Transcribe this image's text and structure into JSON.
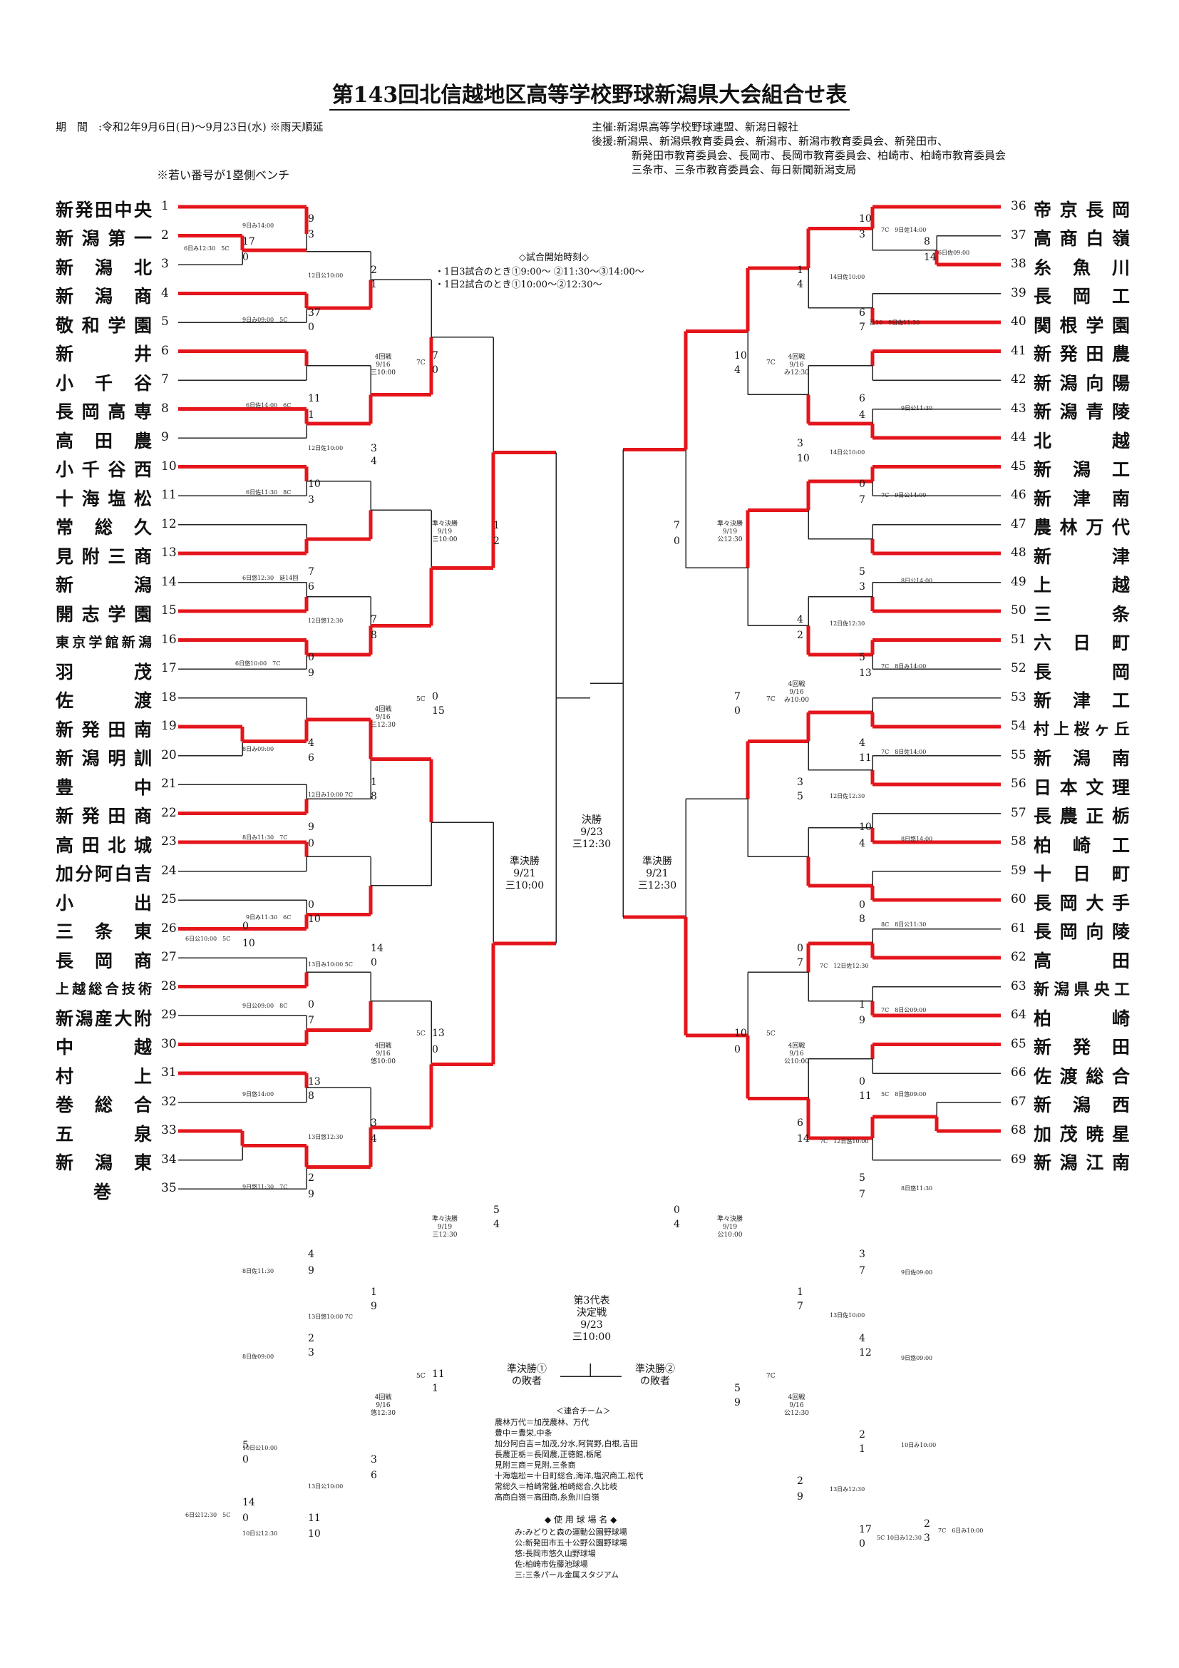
{
  "title": "第143回北信越地区高等学校野球新潟県大会組合せ表",
  "period": "期　間　:令和2年9月6日(日)～9月23日(水) ※雨天順延",
  "organizer": "主催:新潟県高等学校野球連盟、新潟日報社",
  "sponsor_lines": [
    "後援:新潟県、新潟県教育委員会、新潟市、新潟市教育委員会、新発田市、",
    "新発田市教育委員会、長岡市、長岡市教育委員会、柏崎市、柏崎市教育委員会",
    "三条市、三条市教育委員会、毎日新聞新潟支局"
  ],
  "bench_note": "※若い番号が1塁側ベンチ",
  "start_times": {
    "heading": "◇試合開始時刻◇",
    "line1": "・1日3試合のとき①9:00～ ②11:30～③14:00～",
    "line2": "・1日2試合のとき①10:00～②12:30～"
  },
  "final": {
    "label": "決勝",
    "date": "9/23",
    "slot": "三12:30"
  },
  "semi_left": {
    "label": "準決勝",
    "date": "9/21",
    "slot": "三10:00"
  },
  "semi_right": {
    "label": "準決勝",
    "date": "9/21",
    "slot": "三12:30"
  },
  "third_place": {
    "label": "第3代表",
    "label2": "決定戦",
    "date": "9/23",
    "slot": "三10:00",
    "left": "準決勝①",
    "left2": "の敗者",
    "right": "準決勝②",
    "right2": "の敗者"
  },
  "joint_teams": {
    "heading": "＜連合チーム＞",
    "lines": [
      "農林万代＝加茂農林、万代",
      "豊中＝豊栄,中条",
      "加分阿白吉＝加茂,分水,阿賀野,白根,吉田",
      "長農正栃＝長岡農,正徳館,栃尾",
      "見附三商＝見附,三条商",
      "十海塩松＝十日町総合,海洋,塩沢商工,松代",
      "常総久＝柏崎常盤,柏崎総合,久比岐",
      "高商白嶺＝高田商,糸魚川白嶺"
    ]
  },
  "venues": {
    "heading": "◆ 使 用 球 場 名 ◆",
    "lines": [
      "み:みどりと森の運動公園野球場",
      "公:新発田市五十公野公園野球場",
      "悠:長岡市悠久山野球場",
      "佐:柏崎市佐藤池球場",
      "三:三条パール金属スタジアム"
    ]
  },
  "left_teams": [
    {
      "name": "新発田中央",
      "num": "1"
    },
    {
      "name": "新潟第一",
      "num": "2"
    },
    {
      "name": "新　潟　北",
      "num": "3"
    },
    {
      "name": "新　潟　商",
      "num": "4"
    },
    {
      "name": "敬和学園",
      "num": "5"
    },
    {
      "name": "新　　井",
      "num": "6"
    },
    {
      "name": "小　千　谷",
      "num": "7"
    },
    {
      "name": "長岡高専",
      "num": "8"
    },
    {
      "name": "高　田　農",
      "num": "9"
    },
    {
      "name": "小千谷西",
      "num": "10"
    },
    {
      "name": "十海塩松",
      "num": "11"
    },
    {
      "name": "常　総　久",
      "num": "12"
    },
    {
      "name": "見附三商",
      "num": "13"
    },
    {
      "name": "新　　潟",
      "num": "14"
    },
    {
      "name": "開志学園",
      "num": "15"
    },
    {
      "name": "東京学館新潟",
      "num": "16"
    },
    {
      "name": "羽　　茂",
      "num": "17"
    },
    {
      "name": "佐　　渡",
      "num": "18"
    },
    {
      "name": "新発田南",
      "num": "19"
    },
    {
      "name": "新潟明訓",
      "num": "20"
    },
    {
      "name": "豊　　中",
      "num": "21"
    },
    {
      "name": "新発田商",
      "num": "22"
    },
    {
      "name": "高田北城",
      "num": "23"
    },
    {
      "name": "加分阿白吉",
      "num": "24"
    },
    {
      "name": "小　　出",
      "num": "25"
    },
    {
      "name": "三　条　東",
      "num": "26"
    },
    {
      "name": "長　岡　商",
      "num": "27"
    },
    {
      "name": "上越総合技術",
      "num": "28"
    },
    {
      "name": "新潟産大附",
      "num": "29"
    },
    {
      "name": "中　　越",
      "num": "30"
    },
    {
      "name": "村　　上",
      "num": "31"
    },
    {
      "name": "巻　総　合",
      "num": "32"
    },
    {
      "name": "五　　泉",
      "num": "33"
    },
    {
      "name": "新　潟　東",
      "num": "34"
    },
    {
      "name": "巻",
      "num": "35"
    }
  ],
  "right_teams": [
    {
      "name": "帝京長岡",
      "num": "36"
    },
    {
      "name": "高商白嶺",
      "num": "37"
    },
    {
      "name": "糸　魚　川",
      "num": "38"
    },
    {
      "name": "長　岡　工",
      "num": "39"
    },
    {
      "name": "関根学園",
      "num": "40"
    },
    {
      "name": "新発田農",
      "num": "41"
    },
    {
      "name": "新潟向陽",
      "num": "42"
    },
    {
      "name": "新潟青陵",
      "num": "43"
    },
    {
      "name": "北　　越",
      "num": "44"
    },
    {
      "name": "新　潟　工",
      "num": "45"
    },
    {
      "name": "新　津　南",
      "num": "46"
    },
    {
      "name": "農林万代",
      "num": "47"
    },
    {
      "name": "新　　津",
      "num": "48"
    },
    {
      "name": "上　　越",
      "num": "49"
    },
    {
      "name": "三　　条",
      "num": "50"
    },
    {
      "name": "六　日　町",
      "num": "51"
    },
    {
      "name": "長　　岡",
      "num": "52"
    },
    {
      "name": "新　津　工",
      "num": "53"
    },
    {
      "name": "村上桜ヶ丘",
      "num": "54"
    },
    {
      "name": "新　潟　南",
      "num": "55"
    },
    {
      "name": "日本文理",
      "num": "56"
    },
    {
      "name": "長農正栃",
      "num": "57"
    },
    {
      "name": "柏　崎　工",
      "num": "58"
    },
    {
      "name": "十　日　町",
      "num": "59"
    },
    {
      "name": "長岡大手",
      "num": "60"
    },
    {
      "name": "長岡向陵",
      "num": "61"
    },
    {
      "name": "高　　田",
      "num": "62"
    },
    {
      "name": "新潟県央工",
      "num": "63"
    },
    {
      "name": "柏　　崎",
      "num": "64"
    },
    {
      "name": "新　発　田",
      "num": "65"
    },
    {
      "name": "佐渡総合",
      "num": "66"
    },
    {
      "name": "新　潟　西",
      "num": "67"
    },
    {
      "name": "加茂暁星",
      "num": "68"
    },
    {
      "name": "新潟江南",
      "num": "69"
    }
  ],
  "scores": [
    {
      "t": "9"
    },
    {
      "t": "3"
    },
    {
      "t": "17"
    },
    {
      "t": "0"
    },
    {
      "t": "37"
    },
    {
      "t": "0"
    },
    {
      "t": "2"
    },
    {
      "t": "1"
    },
    {
      "t": "11"
    },
    {
      "t": "1"
    },
    {
      "t": "10"
    },
    {
      "t": "3"
    },
    {
      "t": "3"
    },
    {
      "t": "4"
    },
    {
      "t": "7"
    },
    {
      "t": "0"
    },
    {
      "t": "7"
    },
    {
      "t": "6"
    },
    {
      "t": "0"
    },
    {
      "t": "9"
    },
    {
      "t": "4"
    },
    {
      "t": "6"
    },
    {
      "t": "9"
    },
    {
      "t": "0"
    },
    {
      "t": "7"
    },
    {
      "t": "8"
    },
    {
      "t": "1"
    },
    {
      "t": "8"
    },
    {
      "t": "0"
    },
    {
      "t": "15"
    },
    {
      "t": "1"
    },
    {
      "t": "2"
    },
    {
      "t": "0"
    },
    {
      "t": "10"
    },
    {
      "t": "0"
    },
    {
      "t": "10"
    },
    {
      "t": "0"
    },
    {
      "t": "7"
    },
    {
      "t": "14"
    },
    {
      "t": "0"
    },
    {
      "t": "13"
    },
    {
      "t": "8"
    },
    {
      "t": "2"
    },
    {
      "t": "9"
    },
    {
      "t": "3"
    },
    {
      "t": "4"
    },
    {
      "t": "13"
    },
    {
      "t": "0"
    },
    {
      "t": "4"
    },
    {
      "t": "9"
    },
    {
      "t": "2"
    },
    {
      "t": "3"
    },
    {
      "t": "1"
    },
    {
      "t": "9"
    },
    {
      "t": "5"
    },
    {
      "t": "0"
    },
    {
      "t": "14"
    },
    {
      "t": "0"
    },
    {
      "t": "11"
    },
    {
      "t": "10"
    },
    {
      "t": "3"
    },
    {
      "t": "6"
    },
    {
      "t": "11"
    },
    {
      "t": "1"
    },
    {
      "t": "5"
    },
    {
      "t": "4"
    },
    {
      "t": "10"
    },
    {
      "t": "3"
    },
    {
      "t": "8"
    },
    {
      "t": "14"
    },
    {
      "t": "6"
    },
    {
      "t": "7"
    },
    {
      "t": "1"
    },
    {
      "t": "4"
    },
    {
      "t": "6"
    },
    {
      "t": "4"
    },
    {
      "t": "0"
    },
    {
      "t": "7"
    },
    {
      "t": "3"
    },
    {
      "t": "10"
    },
    {
      "t": "10"
    },
    {
      "t": "4"
    },
    {
      "t": "5"
    },
    {
      "t": "3"
    },
    {
      "t": "5"
    },
    {
      "t": "13"
    },
    {
      "t": "4"
    },
    {
      "t": "2"
    },
    {
      "t": "4"
    },
    {
      "t": "11"
    },
    {
      "t": "10"
    },
    {
      "t": "4"
    },
    {
      "t": "3"
    },
    {
      "t": "5"
    },
    {
      "t": "7"
    },
    {
      "t": "0"
    },
    {
      "t": "7"
    },
    {
      "t": "0"
    },
    {
      "t": "0"
    },
    {
      "t": "8"
    },
    {
      "t": "1"
    },
    {
      "t": "9"
    },
    {
      "t": "0"
    },
    {
      "t": "7"
    },
    {
      "t": "0"
    },
    {
      "t": "11"
    },
    {
      "t": "5"
    },
    {
      "t": "7"
    },
    {
      "t": "6"
    },
    {
      "t": "14"
    },
    {
      "t": "10"
    },
    {
      "t": "0"
    },
    {
      "t": "3"
    },
    {
      "t": "7"
    },
    {
      "t": "4"
    },
    {
      "t": "12"
    },
    {
      "t": "1"
    },
    {
      "t": "7"
    },
    {
      "t": "2"
    },
    {
      "t": "1"
    },
    {
      "t": "2"
    },
    {
      "t": "9"
    },
    {
      "t": "17"
    },
    {
      "t": "0"
    },
    {
      "t": "2"
    },
    {
      "t": "3"
    },
    {
      "t": "5"
    },
    {
      "t": "9"
    },
    {
      "t": "0"
    },
    {
      "t": "4"
    }
  ],
  "notes": [
    {
      "t": "9日み14:00"
    },
    {
      "t": "6日み12:30　5C"
    },
    {
      "t": "12日公10:00"
    },
    {
      "t": "9日み09:00　5C"
    },
    {
      "t": "6日佐14:00　6C"
    },
    {
      "t": "12日佐10:00"
    },
    {
      "t": "6日佐11:30　8C"
    },
    {
      "t": "6日悠12:30　延14回"
    },
    {
      "t": "12日悠12:30"
    },
    {
      "t": "6日悠10:00　7C"
    },
    {
      "t": "8日み09:00"
    },
    {
      "t": "12日み10:00 7C"
    },
    {
      "t": "8日み11:30　7C"
    },
    {
      "t": "9日み11:30　6C"
    },
    {
      "t": "6日公10:00　5C"
    },
    {
      "t": "13日み10:00 5C"
    },
    {
      "t": "9日公09:00　8C"
    },
    {
      "t": "9日悠14:00"
    },
    {
      "t": "13日悠12:30"
    },
    {
      "t": "9日悠11:30　7C"
    },
    {
      "t": "8日佐11:30"
    },
    {
      "t": "13日悠10:00 7C"
    },
    {
      "t": "8日佐09:00"
    },
    {
      "t": "10日公10:00"
    },
    {
      "t": "13日公10:00"
    },
    {
      "t": "6日公12:30　5C"
    },
    {
      "t": "10日公12:30"
    },
    {
      "t": "7C　9日佐14:00"
    },
    {
      "t": "6日佐09:00"
    },
    {
      "t": "14日佐10:00"
    },
    {
      "t": "延10　9日佐11:30"
    },
    {
      "t": "9日公11:30"
    },
    {
      "t": "14日公10:00"
    },
    {
      "t": "7C　9日公14:00"
    },
    {
      "t": "8日公14:00"
    },
    {
      "t": "12日佐12:30"
    },
    {
      "t": "7C　8日み14:00"
    },
    {
      "t": "7C　8日佐14:00"
    },
    {
      "t": "12日佐12:30"
    },
    {
      "t": "8日悠14:00"
    },
    {
      "t": "8C　8日公11:30"
    },
    {
      "t": "7C　12日佐12:30"
    },
    {
      "t": "7C　8日公09:00"
    },
    {
      "t": "5C　8日悠09:00"
    },
    {
      "t": "7C　12日悠10:00"
    },
    {
      "t": "8日悠11:30"
    },
    {
      "t": "9日佐09:00"
    },
    {
      "t": "13日佐10:00"
    },
    {
      "t": "9日悠09:00"
    },
    {
      "t": "10日み10:00"
    },
    {
      "t": "13日み12:30"
    },
    {
      "t": "7C　6日み10:00"
    },
    {
      "t": "5C 10日み12:30"
    }
  ],
  "rnotes": [
    {
      "t": "4回戦\n9/16\n三10:00"
    },
    {
      "t": "4回戦\n9/16\n三12:30"
    },
    {
      "t": "4回戦\n9/16\n悠10:00"
    },
    {
      "t": "4回戦\n9/16\n悠12:30"
    },
    {
      "t": "準々決勝\n9/19\n三10:00"
    },
    {
      "t": "準々決勝\n9/19\n三12:30"
    },
    {
      "t": "4回戦\n9/16\nみ12:30"
    },
    {
      "t": "4回戦\n9/16\nみ10:00"
    },
    {
      "t": "4回戦\n9/16\n公10:00"
    },
    {
      "t": "4回戦\n9/16\n公12:30"
    },
    {
      "t": "準々決勝\n9/19\n公12:30"
    },
    {
      "t": "準々決勝\n9/19\n公10:00"
    },
    {
      "t": "7C"
    },
    {
      "t": "5C"
    },
    {
      "t": "5C"
    },
    {
      "t": "5C"
    },
    {
      "t": "7C"
    },
    {
      "t": "7C"
    },
    {
      "t": "5C"
    },
    {
      "t": "7C"
    }
  ]
}
